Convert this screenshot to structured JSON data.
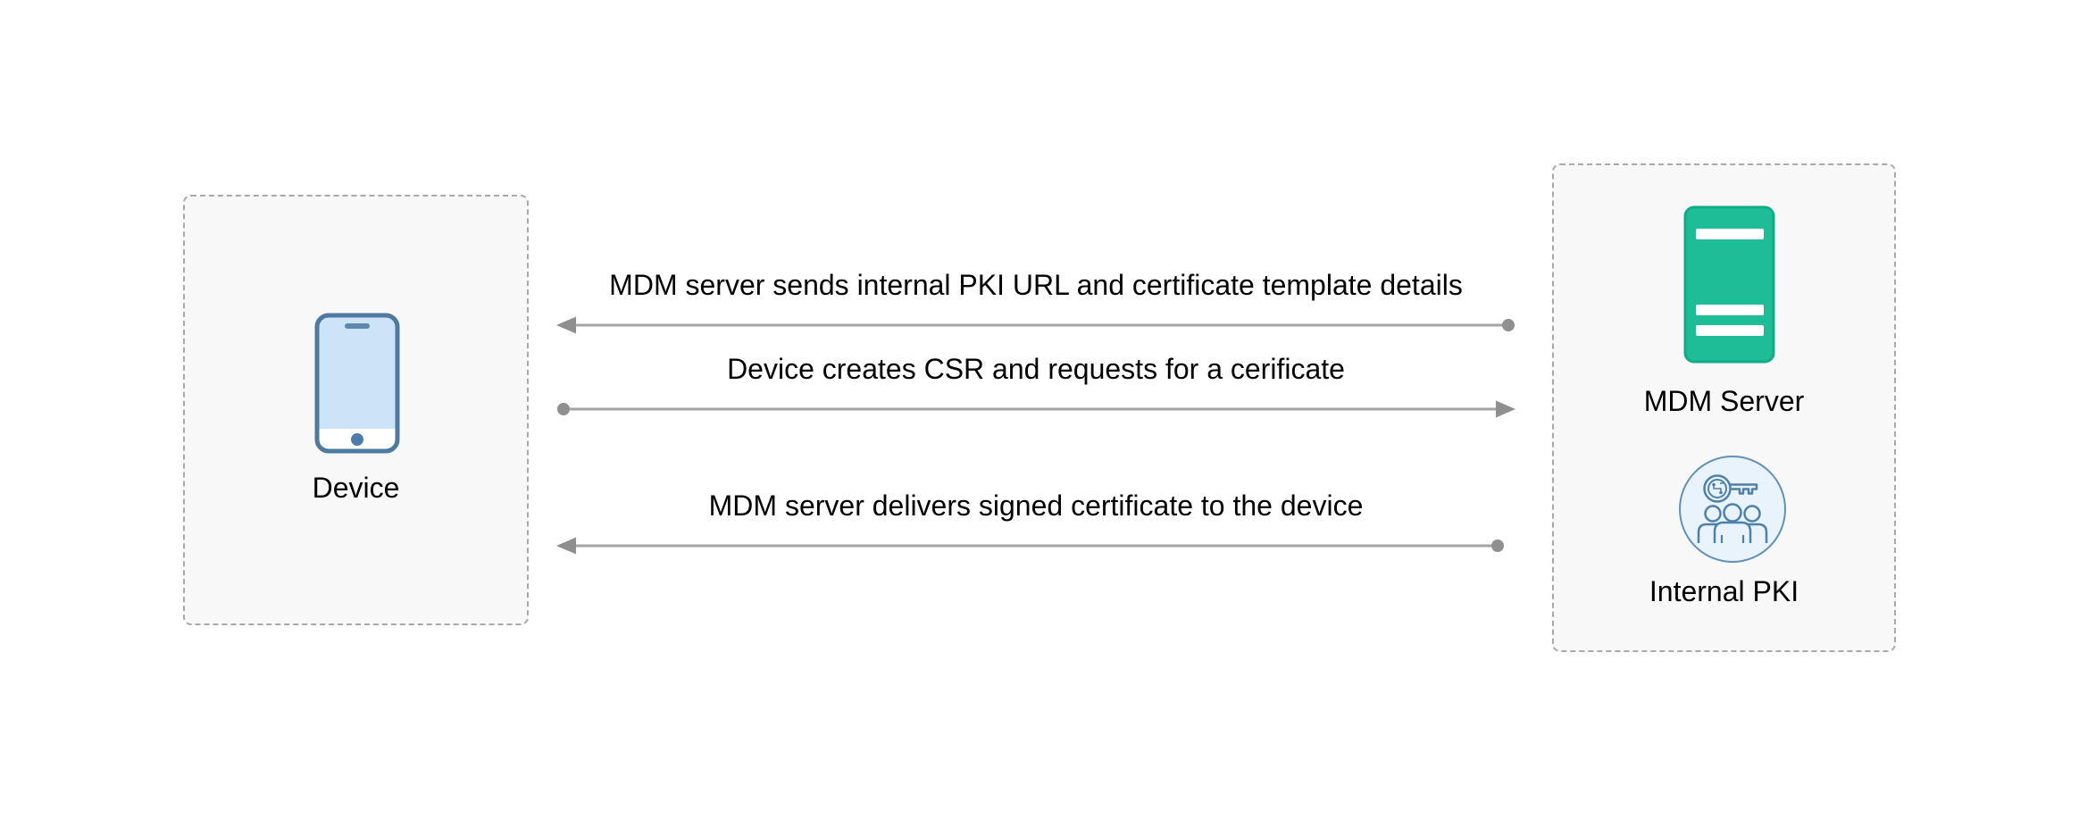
{
  "diagram": {
    "entities": {
      "device": {
        "label": "Device",
        "icon": "smartphone-icon"
      },
      "mdm_server": {
        "label": "MDM Server",
        "icon": "server-icon"
      },
      "internal_pki": {
        "label": "Internal PKI",
        "icon": "users-key-icon"
      }
    },
    "messages": [
      {
        "text": "MDM server sends internal PKI URL and certificate template details",
        "direction": "right-to-left"
      },
      {
        "text": "Device creates CSR and requests for a cerificate",
        "direction": "left-to-right"
      },
      {
        "text": "MDM server delivers signed certificate to the device",
        "direction": "right-to-left"
      }
    ],
    "colors": {
      "server_green": "#1ebd98",
      "phone_screen_blue": "#cde3f8",
      "phone_stroke_blue": "#4f7aa0",
      "pki_fill_blue": "#e9f3fb",
      "pki_stroke_blue": "#4e80ad",
      "arrow_gray": "#999999",
      "box_fill": "#f8f8f8",
      "box_border": "#a9a9a9",
      "text": "#000000"
    }
  }
}
